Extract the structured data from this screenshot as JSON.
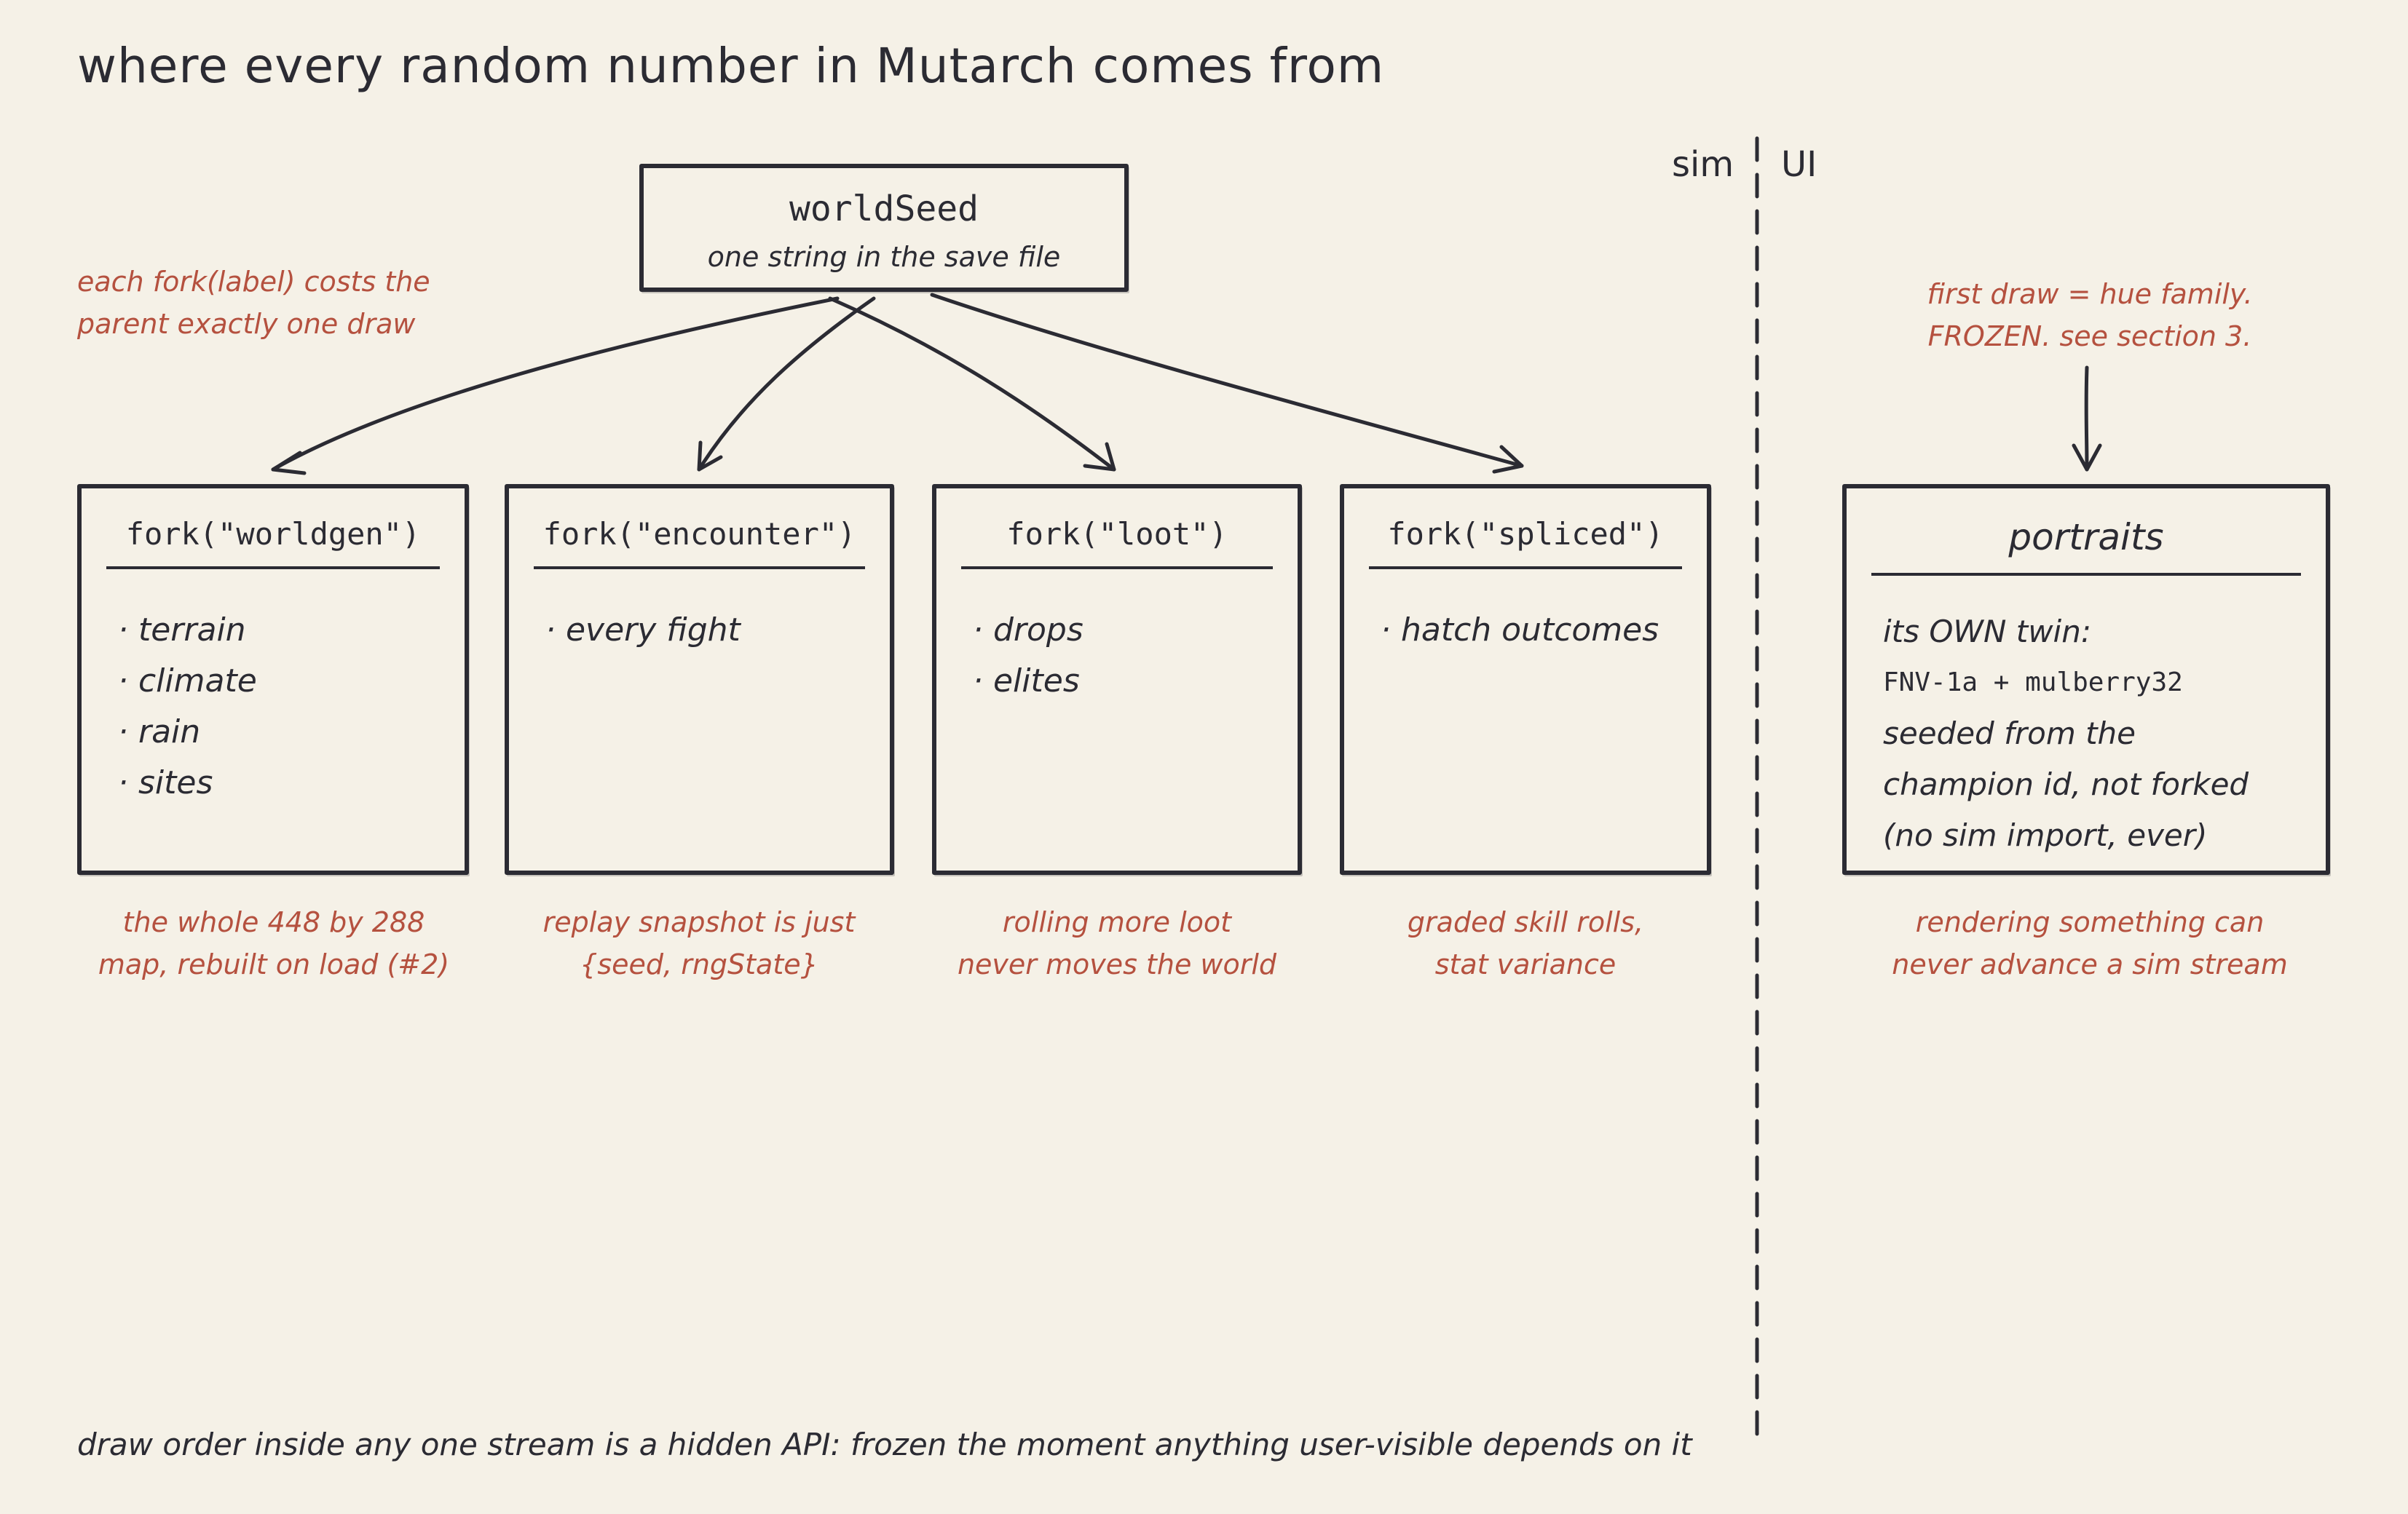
{
  "title": "where every random number in Mutarch comes from",
  "divider": {
    "left_label": "sim",
    "right_label": "UI"
  },
  "root": {
    "name": "worldSeed",
    "subtitle": "one string in the save file"
  },
  "fork_note": [
    "each fork(label) costs the",
    "parent exactly one draw"
  ],
  "forks": [
    {
      "label": "fork(\"worldgen\")",
      "items": [
        "· terrain",
        "· climate",
        "· rain",
        "· sites"
      ],
      "note": [
        "the whole 448 by 288",
        "map, rebuilt on load (#2)"
      ]
    },
    {
      "label": "fork(\"encounter\")",
      "items": [
        "· every fight"
      ],
      "note": [
        "replay snapshot is just",
        "{seed, rngState}"
      ]
    },
    {
      "label": "fork(\"loot\")",
      "items": [
        "· drops",
        "· elites"
      ],
      "note": [
        "rolling more loot",
        "never moves the world"
      ]
    },
    {
      "label": "fork(\"spliced\")",
      "items": [
        "· hatch outcomes"
      ],
      "note": [
        "graded skill rolls,",
        "stat variance"
      ]
    }
  ],
  "portraits": {
    "title": "portraits",
    "top_note": [
      "first draw = hue family.",
      "FROZEN. see section 3."
    ],
    "lines": [
      "its OWN twin:",
      "FNV-1a + mulberry32",
      "seeded from the",
      "champion id, not forked",
      "(no sim import, ever)"
    ],
    "note": [
      "rendering something can",
      "never advance a sim stream"
    ]
  },
  "footer": "draw order inside any one stream is a hidden API: frozen the moment anything user-visible depends on it",
  "colors": {
    "background": "#f5f1e7",
    "ink": "#2b2b33",
    "annotation": "#b5513f"
  }
}
